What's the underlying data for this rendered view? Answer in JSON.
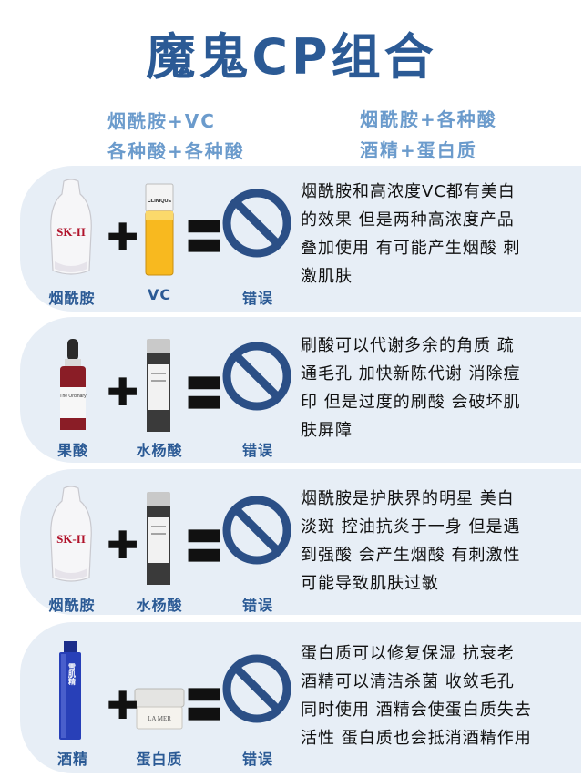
{
  "title": "魔鬼CP组合",
  "subtitle": {
    "left_line1": "烟酰胺+VC",
    "left_line2": "各种酸+各种酸",
    "right_line1": "烟酰胺+各种酸",
    "right_line2": "酒精+蛋白质"
  },
  "colors": {
    "brand": "#2b5a95",
    "subtitle": "#6b9bcc",
    "card": "#e7eef6"
  },
  "combos": [
    {
      "product_a": "烟酰胺",
      "product_b": "VC",
      "verdict": "错误",
      "product_a_brand": "SK-II",
      "product_b_brand": "CLINIQUE",
      "lines": [
        "烟酰胺和高浓度VC都有美白",
        "的效果 但是两种高浓度产品",
        "叠加使用 有可能产生烟酸 刺",
        "激肌肤"
      ]
    },
    {
      "product_a": "果酸",
      "product_b": "水杨酸",
      "verdict": "错误",
      "product_a_brand": "The Ordinary",
      "lines": [
        "刷酸可以代谢多余的角质 疏",
        "通毛孔 加快新陈代谢 消除痘",
        "印 但是过度的刷酸 会破坏肌",
        "肤屏障"
      ]
    },
    {
      "product_a": "烟酰胺",
      "product_b": "水杨酸",
      "verdict": "错误",
      "product_a_brand": "SK-II",
      "lines": [
        "烟酰胺是护肤界的明星 美白",
        "淡斑 控油抗炎于一身 但是遇",
        "到强酸 会产生烟酸 有刺激性",
        "可能导致肌肤过敏"
      ]
    },
    {
      "product_a": "酒精",
      "product_b": "蛋白质",
      "verdict": "错误",
      "product_a_brand": "雪肌精",
      "product_b_brand": "LA MER",
      "lines": [
        "蛋白质可以修复保湿 抗衰老",
        "酒精可以清洁杀菌 收敛毛孔",
        "同时使用 酒精会使蛋白质失去",
        "活性 蛋白质也会抵消酒精作用"
      ]
    }
  ]
}
